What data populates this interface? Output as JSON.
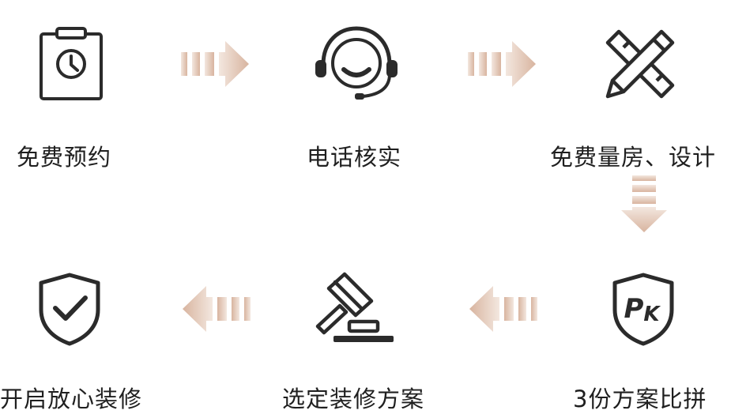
{
  "flow": {
    "steps": [
      {
        "label": "免费预约",
        "icon": "clipboard-clock-icon"
      },
      {
        "label": "电话核实",
        "icon": "headset-icon"
      },
      {
        "label": "免费量房、设计",
        "icon": "ruler-pencil-icon"
      },
      {
        "label": "3份方案比拼",
        "icon": "pk-shield-icon"
      },
      {
        "label": "选定装修方案",
        "icon": "gavel-icon"
      },
      {
        "label": "开启放心装修",
        "icon": "shield-check-icon"
      }
    ]
  },
  "colors": {
    "icon": "#2b2b2b",
    "arrow_dark": "#d9b7a4",
    "arrow_light": "#f1e4dc",
    "text": "#1f1f1f"
  }
}
